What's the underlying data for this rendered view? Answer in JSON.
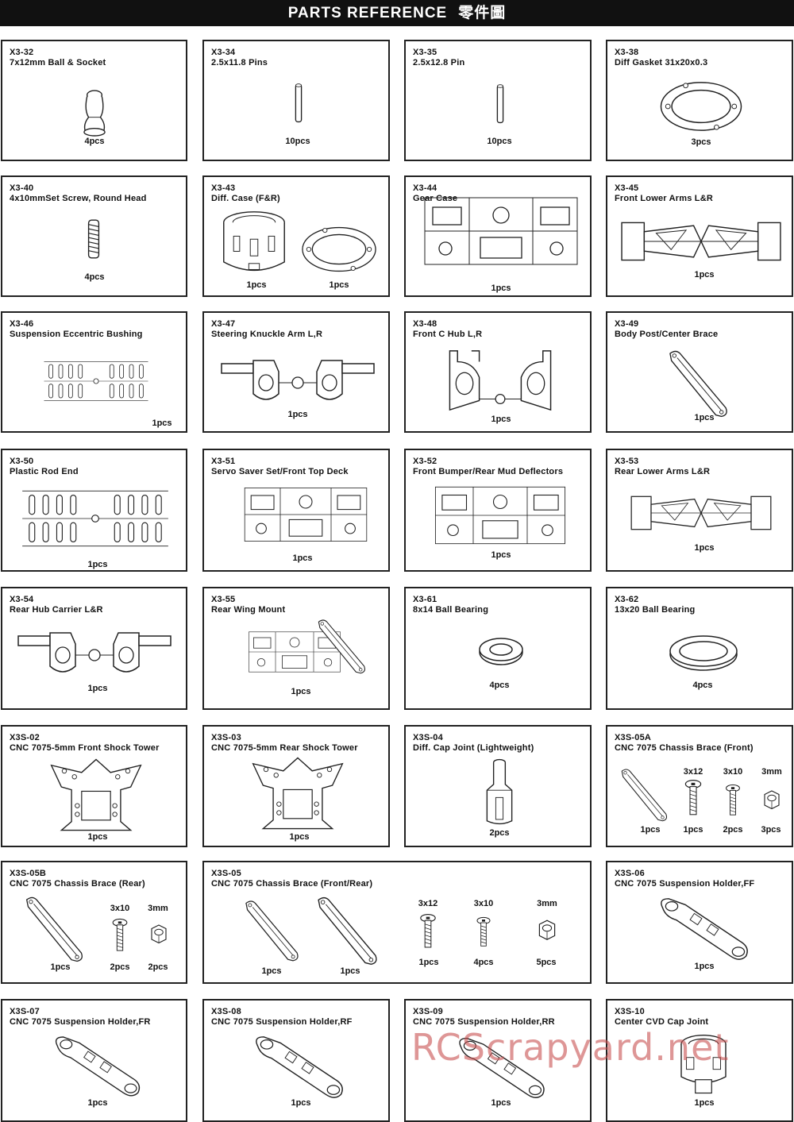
{
  "header": {
    "title": "PARTS REFERENCE",
    "title_cjk": "零件圖"
  },
  "parts": [
    {
      "code": "X3-32",
      "name": "7x12mm Ball & Socket",
      "qty": [
        "4pcs"
      ]
    },
    {
      "code": "X3-34",
      "name": "2.5x11.8 Pins",
      "qty": [
        "10pcs"
      ]
    },
    {
      "code": "X3-35",
      "name": "2.5x12.8 Pin",
      "qty": [
        "10pcs"
      ]
    },
    {
      "code": "X3-38",
      "name": "Diff Gasket 31x20x0.3",
      "qty": [
        "3pcs"
      ]
    },
    {
      "code": "X3-40",
      "name": "4x10mmSet Screw, Round Head",
      "qty": [
        "4pcs"
      ]
    },
    {
      "code": "X3-43",
      "name": "Diff. Case (F&R)",
      "qty": [
        "1pcs",
        "1pcs"
      ]
    },
    {
      "code": "X3-44",
      "name": "Gear Case",
      "qty": [
        "1pcs"
      ]
    },
    {
      "code": "X3-45",
      "name": "Front Lower Arms L&R",
      "qty": [
        "1pcs"
      ]
    },
    {
      "code": "X3-46",
      "name": "Suspension Eccentric Bushing",
      "qty": [
        "1pcs"
      ]
    },
    {
      "code": "X3-47",
      "name": "Steering  Knuckle Arm L,R",
      "qty": [
        "1pcs"
      ]
    },
    {
      "code": "X3-48",
      "name": "Front C Hub L,R",
      "qty": [
        "1pcs"
      ]
    },
    {
      "code": "X3-49",
      "name": "Body Post/Center Brace",
      "qty": [
        "1pcs"
      ]
    },
    {
      "code": "X3-50",
      "name": "Plastic Rod End",
      "qty": [
        "1pcs"
      ]
    },
    {
      "code": "X3-51",
      "name": "Servo Saver Set/Front Top Deck",
      "qty": [
        "1pcs"
      ]
    },
    {
      "code": "X3-52",
      "name": "Front Bumper/Rear Mud Deflectors",
      "qty": [
        "1pcs"
      ]
    },
    {
      "code": "X3-53",
      "name": "Rear Lower Arms L&R",
      "qty": [
        "1pcs"
      ]
    },
    {
      "code": "X3-54",
      "name": "Rear Hub Carrier L&R",
      "qty": [
        "1pcs"
      ]
    },
    {
      "code": "X3-55",
      "name": "Rear Wing Mount",
      "qty": [
        "1pcs"
      ]
    },
    {
      "code": "X3-61",
      "name": "8x14 Ball Bearing",
      "qty": [
        "4pcs"
      ]
    },
    {
      "code": "X3-62",
      "name": "13x20 Ball Bearing",
      "qty": [
        "4pcs"
      ]
    },
    {
      "code": "X3S-02",
      "name": "CNC 7075-5mm Front Shock Tower",
      "qty": [
        "1pcs"
      ]
    },
    {
      "code": "X3S-03",
      "name": "CNC 7075-5mm Rear Shock Tower",
      "qty": [
        "1pcs"
      ]
    },
    {
      "code": "X3S-04",
      "name": "Diff. Cap Joint (Lightweight)",
      "qty": [
        "2pcs"
      ]
    },
    {
      "code": "X3S-05A",
      "name": "CNC 7075 Chassis Brace (Front)",
      "qty": [
        "1pcs",
        "1pcs",
        "2pcs",
        "3pcs"
      ],
      "sizes": [
        "3x12",
        "3x10",
        "3mm"
      ]
    },
    {
      "code": "X3S-05B",
      "name": "CNC 7075 Chassis Brace (Rear)",
      "qty": [
        "1pcs",
        "2pcs",
        "2pcs"
      ],
      "sizes": [
        "3x10",
        "3mm"
      ]
    },
    {
      "code": "X3S-05",
      "name": "CNC 7075 Chassis Brace (Front/Rear)",
      "qty": [
        "1pcs",
        "1pcs",
        "1pcs",
        "4pcs",
        "5pcs"
      ],
      "sizes": [
        "3x12",
        "3x10",
        "3mm"
      ]
    },
    {
      "code": "X3S-06",
      "name": "CNC 7075 Suspension Holder,FF",
      "qty": [
        "1pcs"
      ]
    },
    {
      "code": "X3S-07",
      "name": "CNC 7075 Suspension Holder,FR",
      "qty": [
        "1pcs"
      ]
    },
    {
      "code": "X3S-08",
      "name": "CNC 7075 Suspension Holder,RF",
      "qty": [
        "1pcs"
      ]
    },
    {
      "code": "X3S-09",
      "name": "CNC 7075 Suspension Holder,RR",
      "qty": [
        "1pcs"
      ]
    },
    {
      "code": "X3S-10",
      "name": "Center CVD Cap Joint",
      "qty": [
        "1pcs"
      ]
    }
  ],
  "watermark": "RCScrapyard.net"
}
